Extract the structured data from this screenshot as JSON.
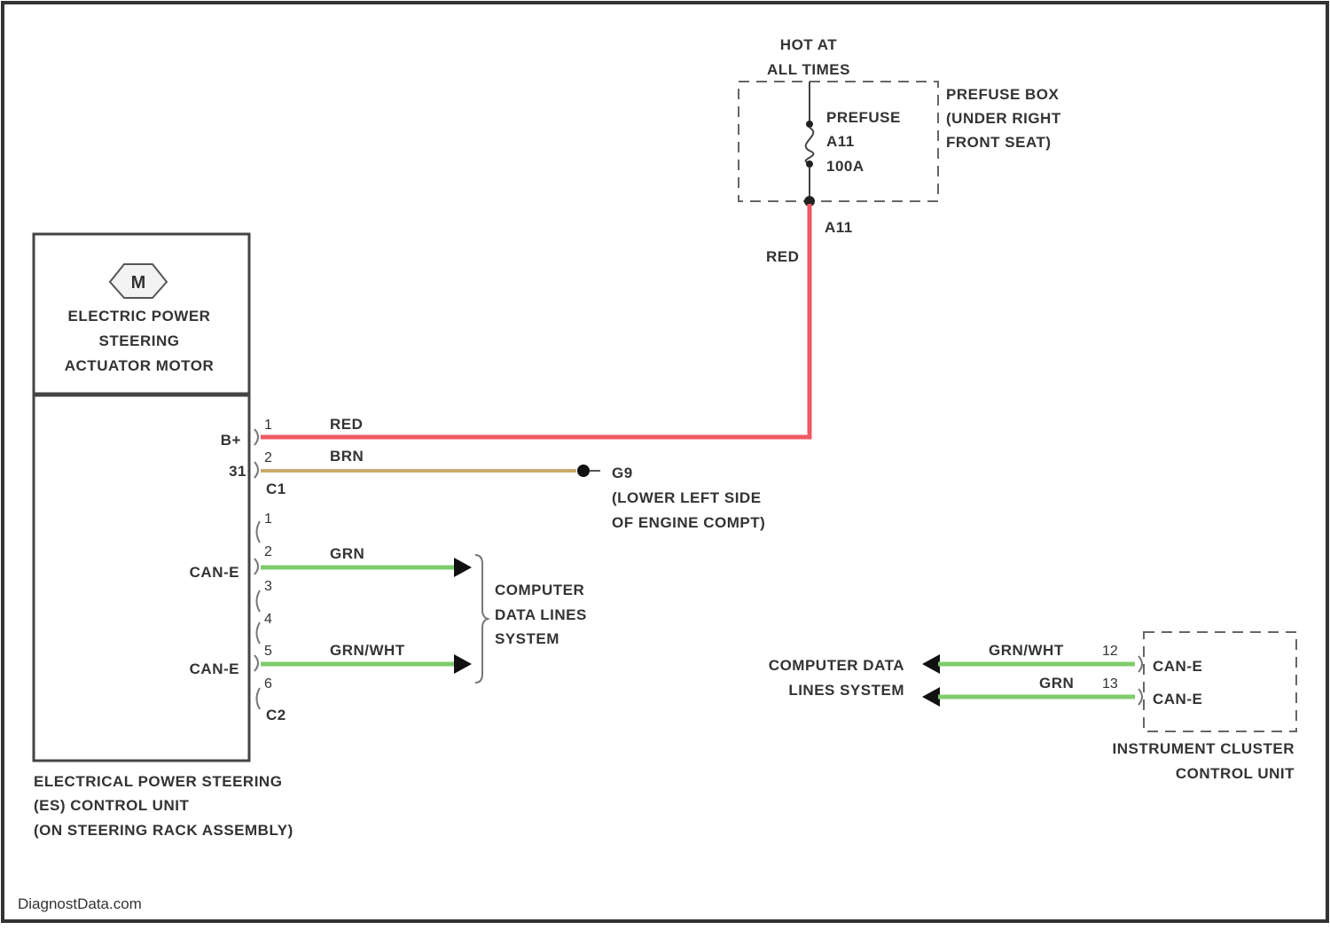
{
  "colors": {
    "red_wire": "#ee5a63",
    "brown_wire": "#c9a96e",
    "green_wire": "#7fcc6c",
    "line": "#555555",
    "border": "#333333"
  },
  "prefuse": {
    "hot_at": [
      "HOT AT",
      "ALL TIMES"
    ],
    "name": "PREFUSE",
    "id": "A11",
    "rating": "100A",
    "box_label": [
      "PREFUSE BOX",
      "(UNDER RIGHT",
      "FRONT SEAT)"
    ],
    "terminal": "A11",
    "wire_color": "RED"
  },
  "motor": {
    "symbol": "M",
    "label": [
      "ELECTRIC POWER",
      "STEERING",
      "ACTUATOR MOTOR"
    ]
  },
  "eps_unit": {
    "label": [
      "ELECTRICAL POWER STEERING",
      "(ES) CONTROL UNIT",
      "(ON STEERING RACK ASSEMBLY)"
    ],
    "connector_c1": "C1",
    "connector_c2": "C2",
    "b_plus": "B+",
    "gnd": "31",
    "can_h": "CAN-E",
    "can_l": "CAN-E",
    "pins_c1": [
      "1",
      "2"
    ],
    "pins_c2": [
      "1",
      "2",
      "3",
      "4",
      "5",
      "6"
    ]
  },
  "wires": {
    "red": "RED",
    "brn": "BRN",
    "grn": "GRN",
    "grn_wht": "GRN/WHT"
  },
  "ground": {
    "id": "G9",
    "location": [
      "(LOWER LEFT SIDE",
      "OF ENGINE COMPT)"
    ]
  },
  "data_lines": {
    "left_label": [
      "COMPUTER",
      "DATA LINES",
      "SYSTEM"
    ],
    "right_label": [
      "COMPUTER DATA",
      "LINES SYSTEM"
    ]
  },
  "cluster": {
    "pins": [
      "12",
      "13"
    ],
    "can_h": "CAN-E",
    "can_l": "CAN-E",
    "label": [
      "INSTRUMENT CLUSTER",
      "CONTROL UNIT"
    ],
    "wire_1": "GRN/WHT",
    "wire_2": "GRN"
  },
  "footer": {
    "brand": "DiagnostData.com"
  }
}
